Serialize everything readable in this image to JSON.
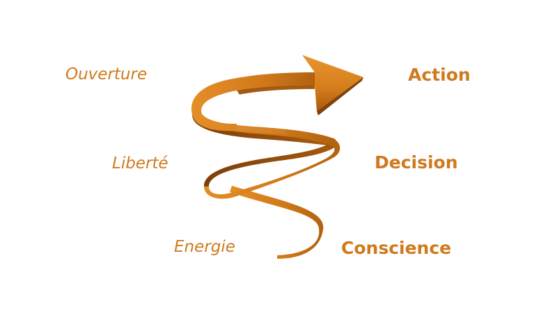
{
  "labels": {
    "left": [
      "Ouverture",
      "Liberté",
      "Energie"
    ],
    "right": [
      "Action",
      "Decision",
      "Conscience"
    ]
  },
  "colors": {
    "text": "#D07A1E",
    "arrow_light": "#E8922C",
    "arrow_mid": "#CC7216",
    "arrow_dark": "#8E4C0C",
    "arrow_shadow": "#6E3A08"
  },
  "arrow": {
    "shape": "spiral-arrow-upward",
    "head_direction": "right"
  }
}
